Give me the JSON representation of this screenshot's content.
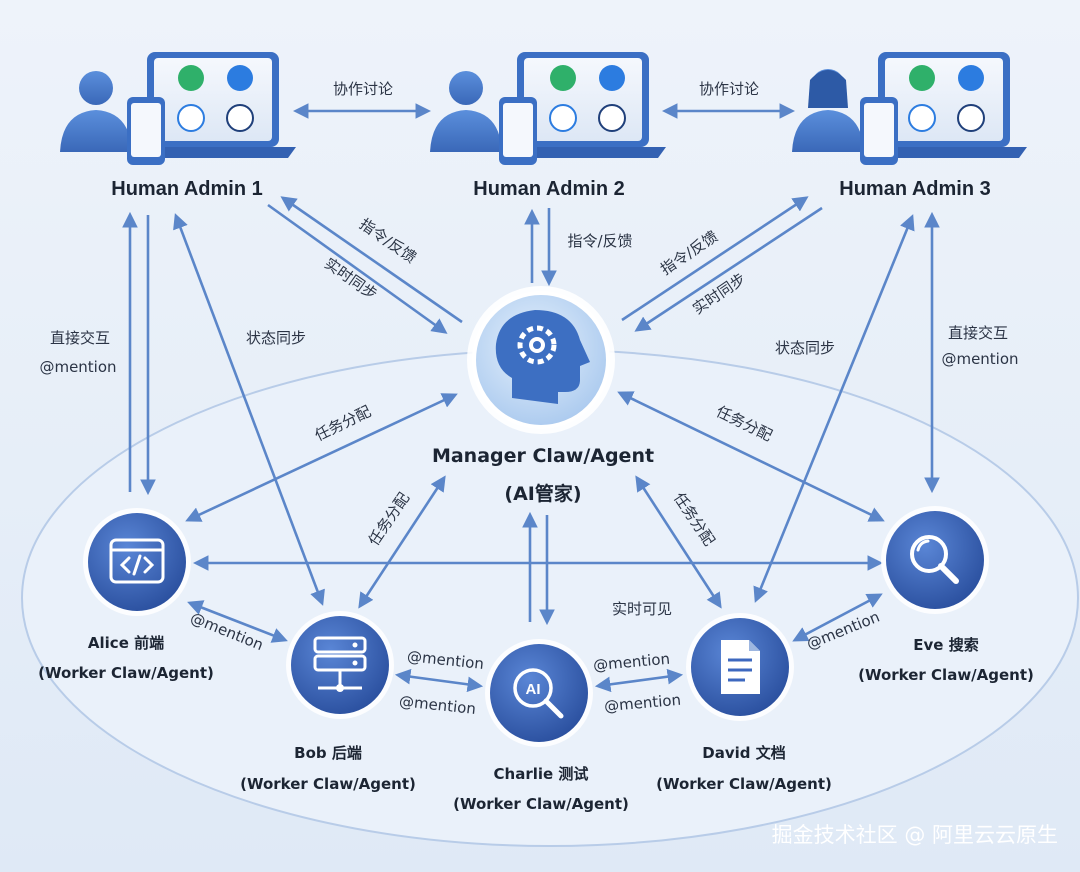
{
  "admins": [
    {
      "name": "Human Admin 1"
    },
    {
      "name": "Human Admin 2"
    },
    {
      "name": "Human Admin 3"
    }
  ],
  "manager": {
    "name": "Manager Claw/Agent",
    "subtitle": "(AI管家)"
  },
  "workers": [
    {
      "name": "Alice 前端",
      "role": "(Worker Claw/Agent)",
      "icon": "code-window-icon"
    },
    {
      "name": "Bob 后端",
      "role": "(Worker Claw/Agent)",
      "icon": "server-icon"
    },
    {
      "name": "Charlie 测试",
      "role": "(Worker Claw/Agent)",
      "icon": "ai-search-icon"
    },
    {
      "name": "David 文档",
      "role": "(Worker Claw/Agent)",
      "icon": "document-icon"
    },
    {
      "name": "Eve 搜索",
      "role": "(Worker Claw/Agent)",
      "icon": "search-icon"
    }
  ],
  "labels": {
    "collab": "协作讨论",
    "cmd": "指令/反馈",
    "realtime": "实时同步",
    "direct": "直接交互",
    "mention": "@mention",
    "status": "状态同步",
    "assign": "任务分配",
    "visible": "实时可见"
  },
  "watermark": "掘金技术社区 @ 阿里云云原生",
  "colors": {
    "accent": "#5b86c9",
    "node": "#3d68bf",
    "node_dark": "#2c4f9c"
  }
}
